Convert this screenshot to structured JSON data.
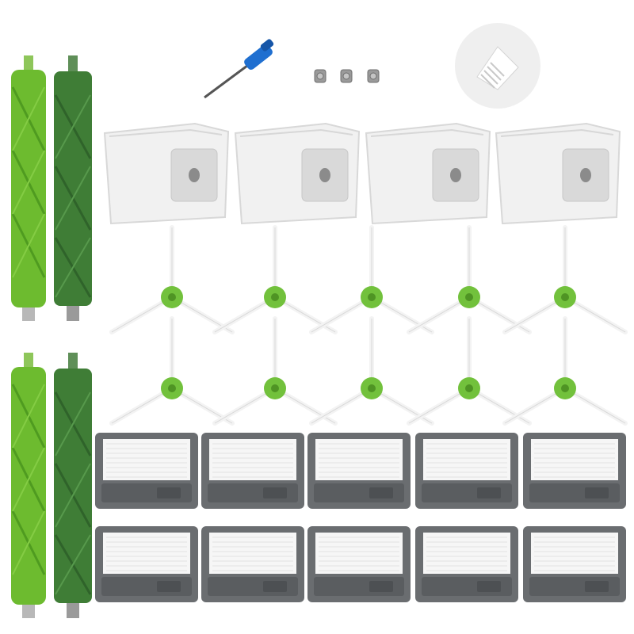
{
  "product_photo": {
    "subject": "robot-vacuum-replacement-parts-kit",
    "background_color": "#ffffff",
    "colors": {
      "light_green": "#6dbb2f",
      "dark_green": "#3f7d36",
      "bag_white": "#f1f1f1",
      "filter_gray": "#6a6d70",
      "filter_media": "#f6f6f6"
    },
    "items": {
      "rubber_brush_light": {
        "icon": "roller-brush-icon",
        "count": 2
      },
      "rubber_brush_dark": {
        "icon": "roller-brush-icon",
        "count": 2
      },
      "screwdriver": {
        "icon": "screwdriver-icon",
        "count": 1
      },
      "screws": {
        "icon": "screw-icon",
        "count": 3
      },
      "cleaning_tool": {
        "icon": "cleaning-brush-icon",
        "count": 1
      },
      "dust_bags": {
        "icon": "dust-bag-icon",
        "count": 4
      },
      "side_brushes": {
        "icon": "side-brush-icon",
        "count": 10
      },
      "hepa_filters": {
        "icon": "filter-icon",
        "count": 10
      }
    }
  }
}
